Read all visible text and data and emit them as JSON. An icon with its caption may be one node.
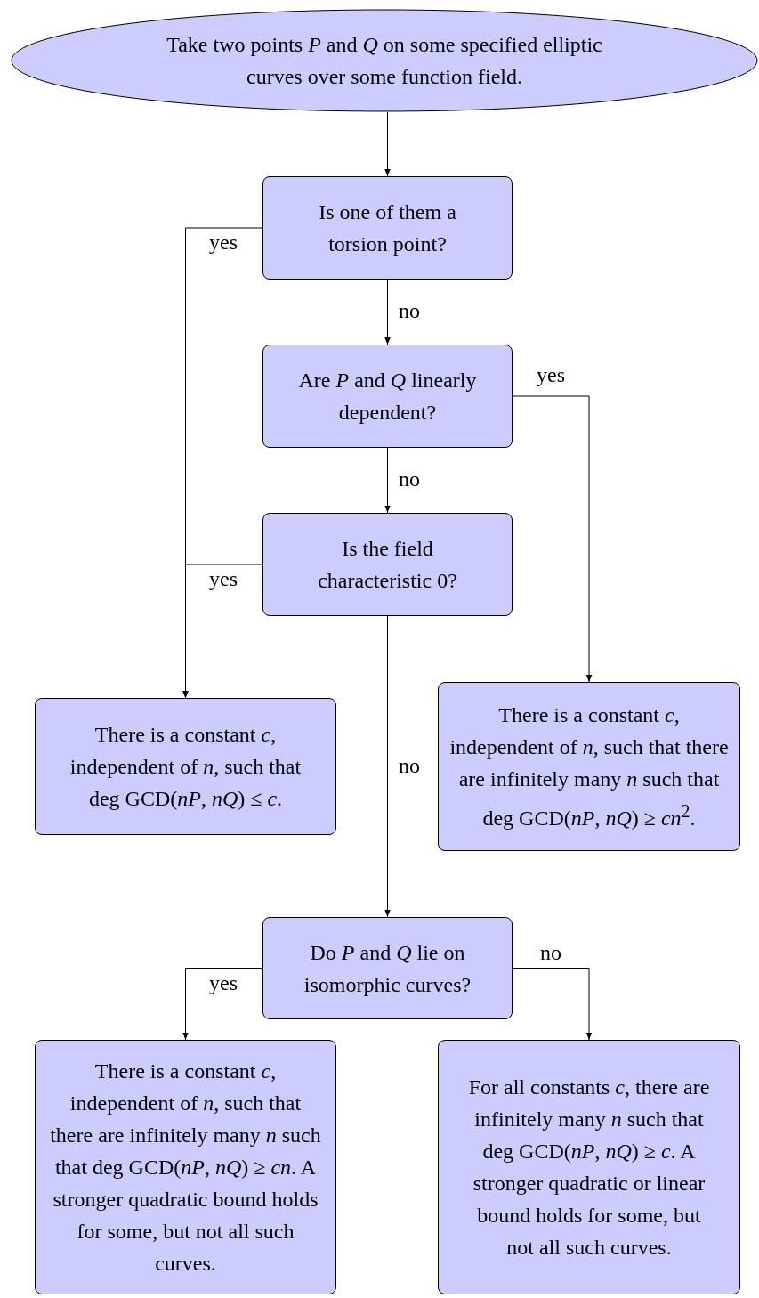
{
  "diagram": {
    "nodes": [
      {
        "text": [
          "Take two points *P* and *Q* on some specified elliptic curves over some function field."
        ]
      },
      {
        "text": [
          "Is one of them a torsion point?"
        ]
      },
      {
        "text": [
          "Are *P* and *Q* linearly dependent?"
        ]
      },
      {
        "text": [
          "Is the field characteristic 0?"
        ]
      },
      {
        "text": [
          "There is a constant *c*, independent of *n*, such that deg GCD(*nP*, *nQ*) ≤ *c*."
        ]
      },
      {
        "text": [
          "There is a constant *c*, independent of *n*, such that there are infinitely many *n* such that deg GCD(*nP*, *nQ*) ≥ *cn*$^{2}$."
        ]
      },
      {
        "text": [
          "Do *P* and *Q* lie on isomorphic curves?"
        ]
      },
      {
        "text": [
          "There is a constant *c*, independent of *n*, such that there are infinitely many *n* such that deg GCD(*nP*, *nQ*) ≥ *cn*. A stronger quadratic bound holds for some, but not all such curves."
        ]
      },
      {
        "text": [
          "For all constants *c*, there are infinitely many *n* such that deg GCD(*nP*, *nQ*) ≥ *c*. A stronger quadratic or linear bound holds for some, but not all such curves."
        ]
      }
    ],
    "edges": [
      {
        "from": 0,
        "to": 1,
        "arrow": "to"
      },
      {
        "from": 1,
        "to": 4,
        "arrow": "to",
        "label": "yes"
      },
      {
        "from": 1,
        "to": 2,
        "arrow": "to",
        "label": "no"
      },
      {
        "from": 2,
        "to": 5,
        "arrow": "to",
        "label": "yes"
      },
      {
        "from": 2,
        "to": 3,
        "arrow": "to",
        "label": "no"
      },
      {
        "from": 3,
        "to": 4,
        "arrow": "to",
        "label": "yes"
      },
      {
        "from": 3,
        "to": 6,
        "arrow": "to",
        "label": "no"
      },
      {
        "from": 6,
        "to": 7,
        "arrow": "to",
        "label": "yes"
      },
      {
        "from": 6,
        "to": 8,
        "arrow": "to",
        "label": "no"
      }
    ]
  }
}
